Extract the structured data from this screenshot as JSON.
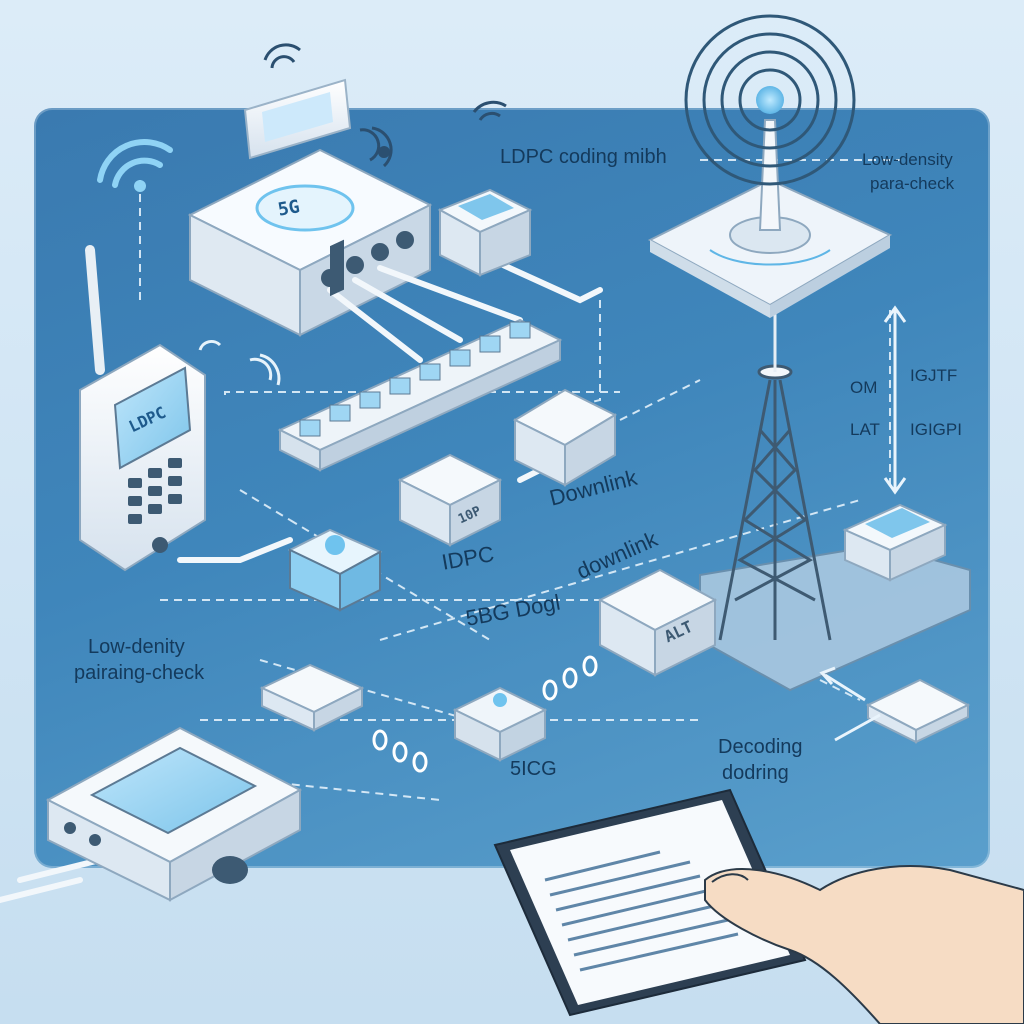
{
  "labels": {
    "ldpc_coding": "LDPC coding mibh",
    "low_density_top": "Low-density",
    "para_check": "para-check",
    "om": "OM",
    "lat": "LAT",
    "igjtf": "IGJTF",
    "igigpi": "IGIGPI",
    "downlink_1": "Downlink",
    "downlink_2": "downlink",
    "idpc": "IDPC",
    "sbg_dogl": "5BG Dogl",
    "low_density_left": "Low-denity",
    "pairing_check": "pairaing-check",
    "decoding": "Decoding",
    "dodring": "dodring",
    "five_icg": "5ICG",
    "phone_screen": "LDPC",
    "router_badge": "5G",
    "box_alt": "ALT",
    "box_10p": "10P"
  },
  "colors": {
    "panel": "#3f86bb",
    "device": "#eef3f8",
    "accent": "#6fc3ee",
    "line": "#e6f2fb"
  }
}
